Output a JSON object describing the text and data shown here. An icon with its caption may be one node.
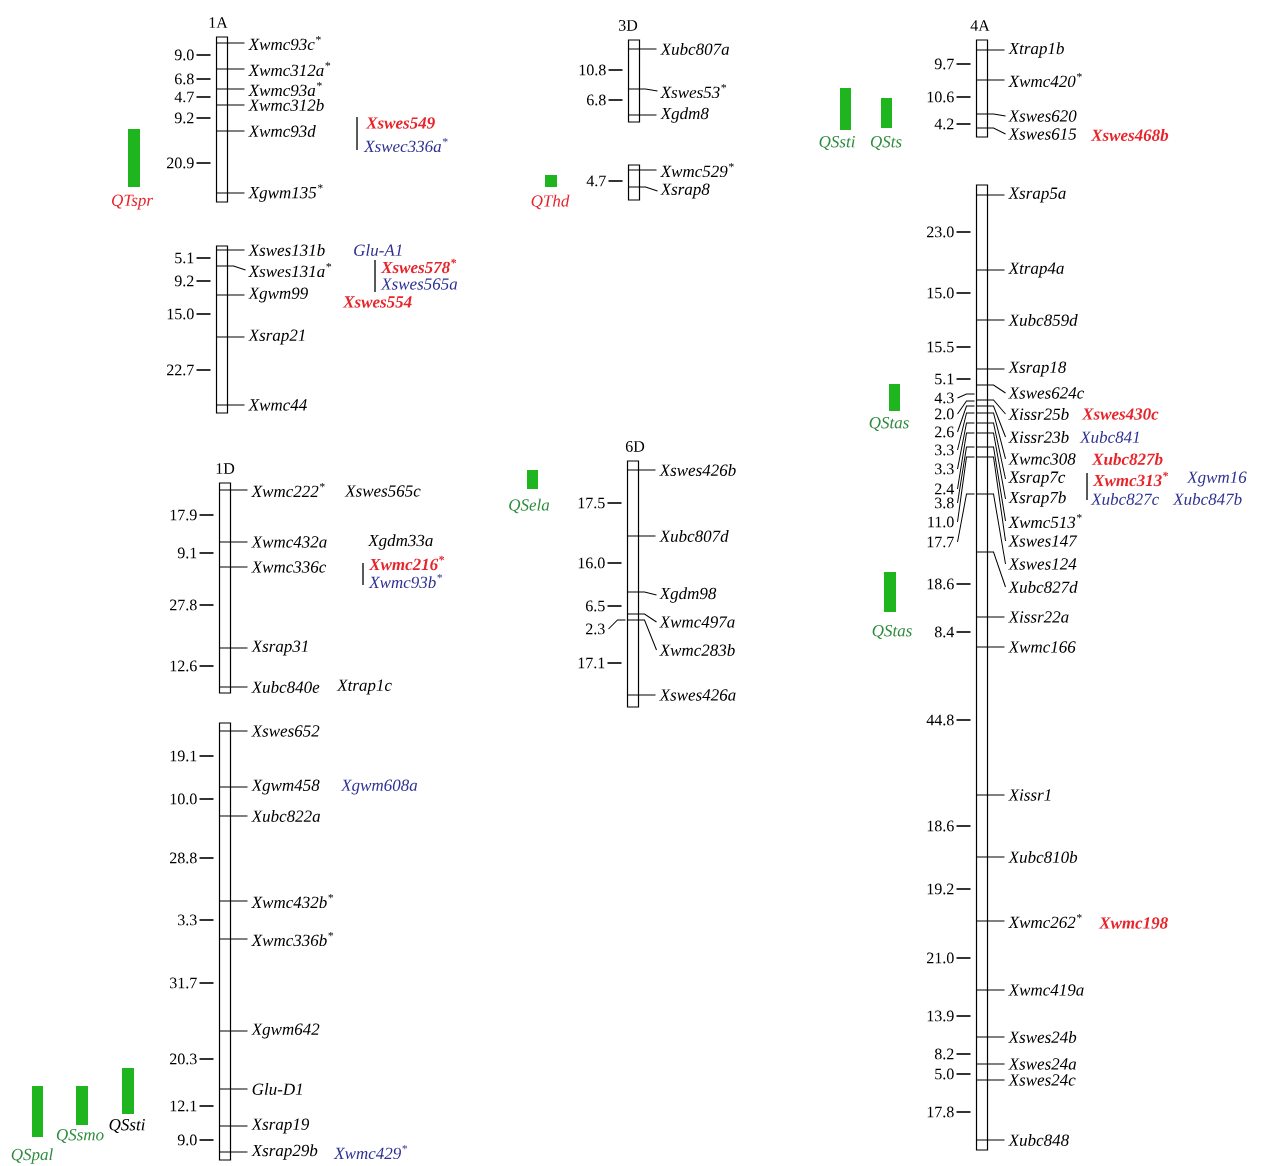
{
  "diagram": {
    "nodes": [
      {
        "text": [
          "1A"
        ],
        "beside": [
          "Xwmc93c$^{*}$",
          "9.0",
          "Xwmc312a$^{*}$",
          "6.8",
          "Xwmc93a$^{*}$",
          "4.7",
          "Xwmc312b",
          "9.2",
          "Xswes549",
          "Xwmc93d",
          "Xswec336a$^{*}$",
          "20.9",
          "Xgwm135$^{*}$"
        ]
      },
      {
        "text": [],
        "shape": "bar",
        "beside": [
          "Xswes131b",
          "Glu-A1",
          "5.1",
          "Xswes131a$^{*}$",
          "Xswes578$^{*}$",
          "9.2",
          "Xswes565a",
          "Xgwm99",
          "Xswes554",
          "15.0",
          "Xsrap21",
          "22.7",
          "Xwmc44"
        ]
      },
      {
        "text": [
          "1D"
        ],
        "beside": [
          "Xwmc222$^{*}$",
          "Xswes565c",
          "17.9",
          "Xwmc432a",
          "Xgdm33a",
          "9.1",
          "Xwmc336c",
          "Xwmc216$^{*}$",
          "Xwmc93b$^{*}$",
          "27.8",
          "Xsrap31",
          "12.6",
          "Xubc840e",
          "Xtrap1c"
        ]
      },
      {
        "text": [],
        "shape": "bar",
        "beside": [
          "Xswes652",
          "19.1",
          "Xgwm458",
          "Xgwm608a",
          "10.0",
          "Xubc822a",
          "28.8",
          "Xwmc432b$^{*}$",
          "3.3",
          "Xwmc336b$^{*}$",
          "31.7",
          "Xgwm642",
          "20.3",
          "Glu-D1",
          "12.1",
          "Xsrap19",
          "9.0",
          "Xsrap29b",
          "Xwmc429$^{*}$"
        ]
      },
      {
        "text": [
          "3D"
        ],
        "beside": [
          "Xubc807a",
          "10.8",
          "Xswes53$^{*}$",
          "6.8",
          "Xgdm8"
        ]
      },
      {
        "text": [],
        "shape": "bar",
        "beside": [
          "Xwmc529$^{*}$",
          "4.7",
          "Xsrap8"
        ]
      },
      {
        "text": [
          "6D"
        ],
        "beside": [
          "Xswes426b",
          "17.5",
          "Xubc807d",
          "16.0",
          "Xgdm98",
          "6.5",
          "Xwmc497a",
          "2.3",
          "Xwmc283b",
          "17.1",
          "Xswes426a"
        ]
      },
      {
        "text": [
          "4A"
        ],
        "beside": [
          "Xtrap1b",
          "9.7",
          "Xwmc420$^{*}$",
          "10.6",
          "Xswes620",
          "4.2",
          "Xswes615",
          "Xswes468b"
        ]
      },
      {
        "text": [],
        "shape": "bar",
        "beside": [
          "Xsrap5a",
          "23.0",
          "Xtrap4a",
          "15.0",
          "Xubc859d",
          "15.5",
          "Xsrap18",
          "5.1",
          "Xswes624c",
          "4.3",
          "Xissr25b",
          "Xswes430c",
          "2.0",
          "2.6",
          "Xissr23b",
          "Xubc841",
          "3.3",
          "Xwmc308",
          "Xubc827b",
          "3.3",
          "Xsrap7c",
          "Xwmc313$^{*}$",
          "Xgwm16",
          "2.4",
          "Xsrap7b",
          "Xubc827c",
          "Xubc847b",
          "3.8",
          "11.0",
          "Xwmc513$^{*}$",
          "17.7",
          "Xswes147",
          "Xswes124",
          "Xubc827d",
          "18.6",
          "Xissr22a",
          "8.4",
          "Xwmc166",
          "44.8",
          "Xissr1",
          "18.6",
          "Xubc810b",
          "19.2",
          "Xwmc262$^{*}$",
          "Xwmc198",
          "21.0",
          "Xwmc419a",
          "13.9",
          "Xswes24b",
          "8.2",
          "Xswes24a",
          "5.0",
          "Xswes24c",
          "17.8",
          "Xubc848"
        ]
      },
      {
        "text": [
          "QTspr"
        ]
      },
      {
        "text": [
          "QThd"
        ]
      },
      {
        "text": [
          "QSela"
        ]
      },
      {
        "text": [
          "QSsti"
        ]
      },
      {
        "text": [
          "QSts"
        ]
      },
      {
        "text": [
          "QStas"
        ]
      },
      {
        "text": [
          "QStas"
        ]
      },
      {
        "text": [
          "QSpal"
        ]
      },
      {
        "text": [
          "QSsmo"
        ]
      },
      {
        "text": [
          "QSsti"
        ]
      }
    ]
  }
}
